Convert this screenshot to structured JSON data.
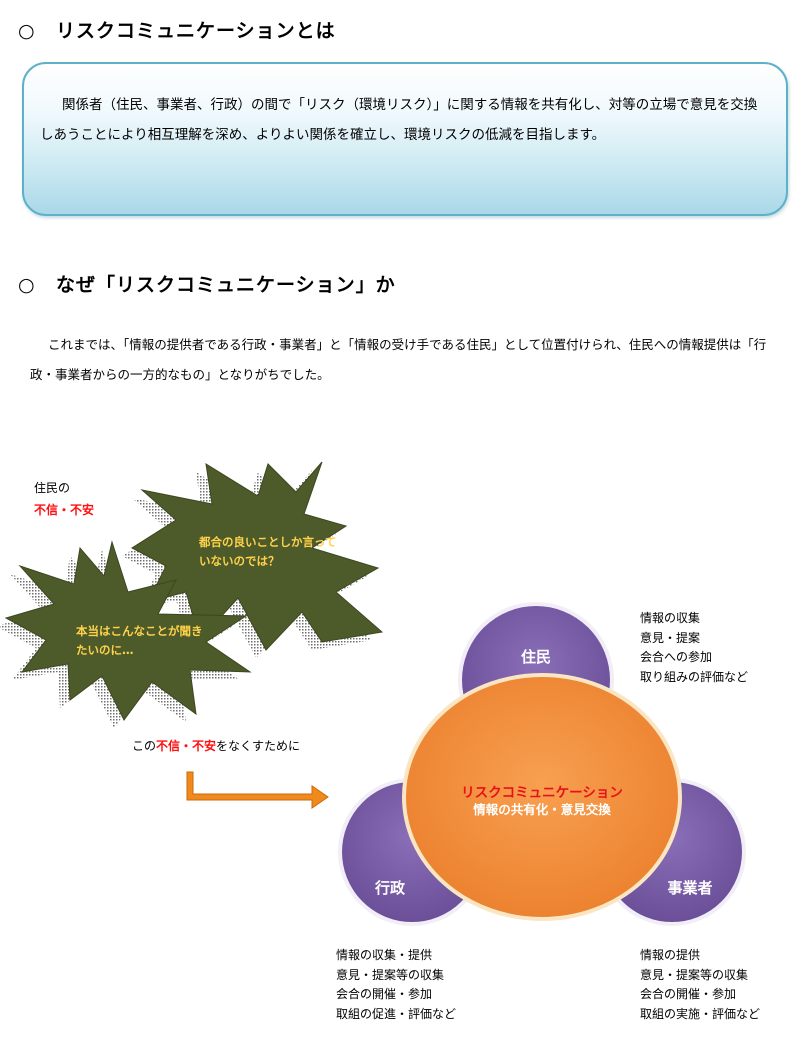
{
  "section1": {
    "mark": "○",
    "title": "リスクコミュニケーションとは",
    "definition": "関係者（住民、事業者、行政）の間で「リスク（環境リスク）」に関する情報を共有化し、対等の立場で意見を交換しあうことにより相互理解を深め、よりよい関係を確立し、環境リスクの低減を目指します。"
  },
  "section2": {
    "mark": "○",
    "title": "なぜ「リスクコミュニケーション」か",
    "paragraph": "これまでは、「情報の提供者である行政・事業者」と「情報の受け手である住民」として位置付けられ、住民への情報提供は「行政・事業者からの一方的なもの」となりがちでした。"
  },
  "diagram": {
    "resident_label": "住民の",
    "resident_concern": "不信・不安",
    "bubble1": [
      "都合の良いことしか言って",
      "いないのでは？"
    ],
    "bubble2": [
      "本当はこんなことが聞き",
      "たいのに…"
    ],
    "bridge_prefix": "この",
    "bridge_highlight": "不信・不安",
    "bridge_suffix": "をなくすために",
    "center_title": "リスクコミュニケーション",
    "center_subtitle": "情報の共有化・意見交換",
    "circles": {
      "residents": "住民",
      "government": "行政",
      "business": "事業者"
    },
    "lists": {
      "residents": [
        "情報の収集",
        "意見・提案",
        "会合への参加",
        "取り組みの評価など"
      ],
      "government": [
        "情報の収集・提供",
        "意見・提案等の収集",
        "会合の開催・参加",
        "取組の促進・評価など"
      ],
      "business": [
        "情報の提供",
        "意見・提案等の収集",
        "会合の開催・参加",
        "取組の実施・評価など"
      ]
    },
    "colors": {
      "purple": "#7a5fa8",
      "orange": "#f5923e",
      "bubble": "#4d5a2a",
      "arrow": "#f08a1c",
      "red": "#ff1010",
      "text_yellow": "#ffd24a"
    }
  }
}
